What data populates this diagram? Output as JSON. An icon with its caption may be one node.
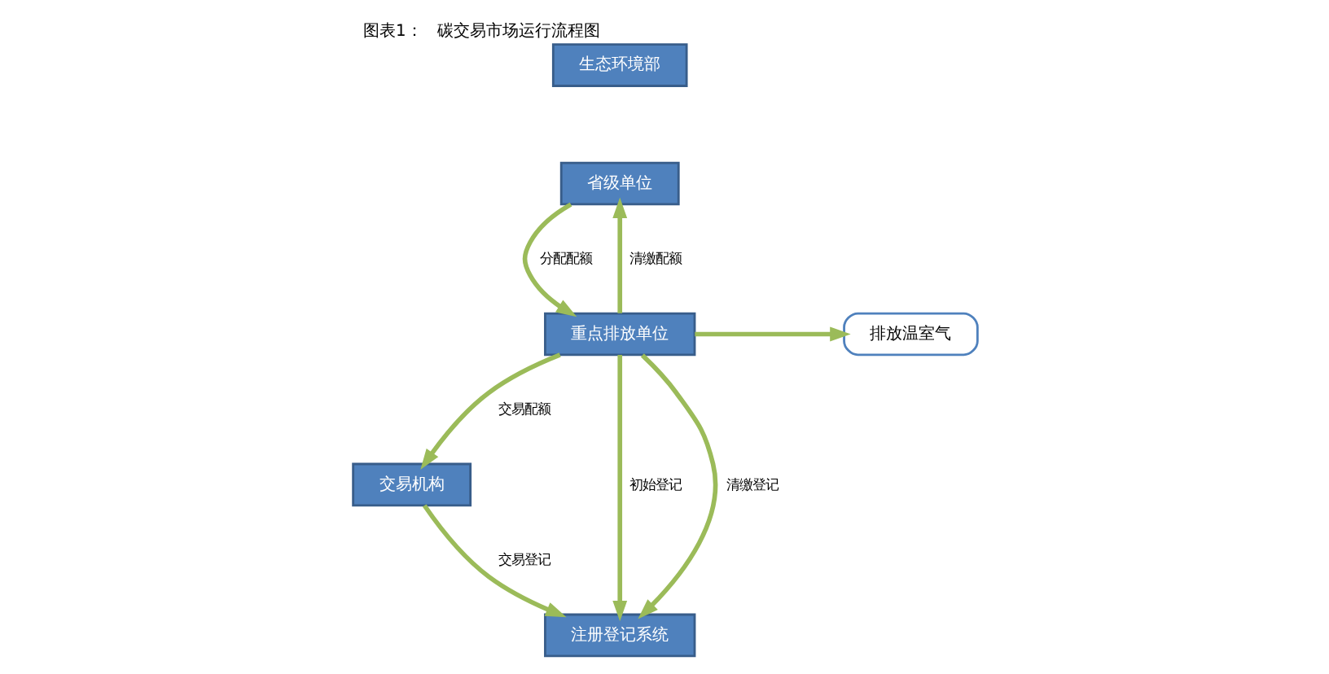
{
  "diagram": {
    "title": "图表1：   碳交易市场运行流程图",
    "nodes": [
      {
        "text": [
          "生态环境部"
        ]
      },
      {
        "text": [
          "省级单位"
        ]
      },
      {
        "text": [
          "重点排放单位"
        ]
      },
      {
        "text": [
          "交易机构"
        ]
      },
      {
        "text": [
          "注册登记系统"
        ]
      },
      {
        "text": [
          "排放温室气"
        ]
      }
    ],
    "edges": [
      {
        "from": 1,
        "to": 2,
        "arrow": "to",
        "label": "分配配额"
      },
      {
        "from": 2,
        "to": 1,
        "arrow": "to",
        "label": "清缴配额"
      },
      {
        "from": 2,
        "to": 3,
        "arrow": "to",
        "label": "交易配额"
      },
      {
        "from": 2,
        "to": 5,
        "arrow": "to"
      },
      {
        "from": 3,
        "to": 4,
        "arrow": "to",
        "label": "交易登记"
      },
      {
        "from": 2,
        "to": 4,
        "arrow": "to",
        "label": "初始登记"
      },
      {
        "from": 2,
        "to": 4,
        "arrow": "to",
        "label": "清缴登记"
      }
    ]
  }
}
